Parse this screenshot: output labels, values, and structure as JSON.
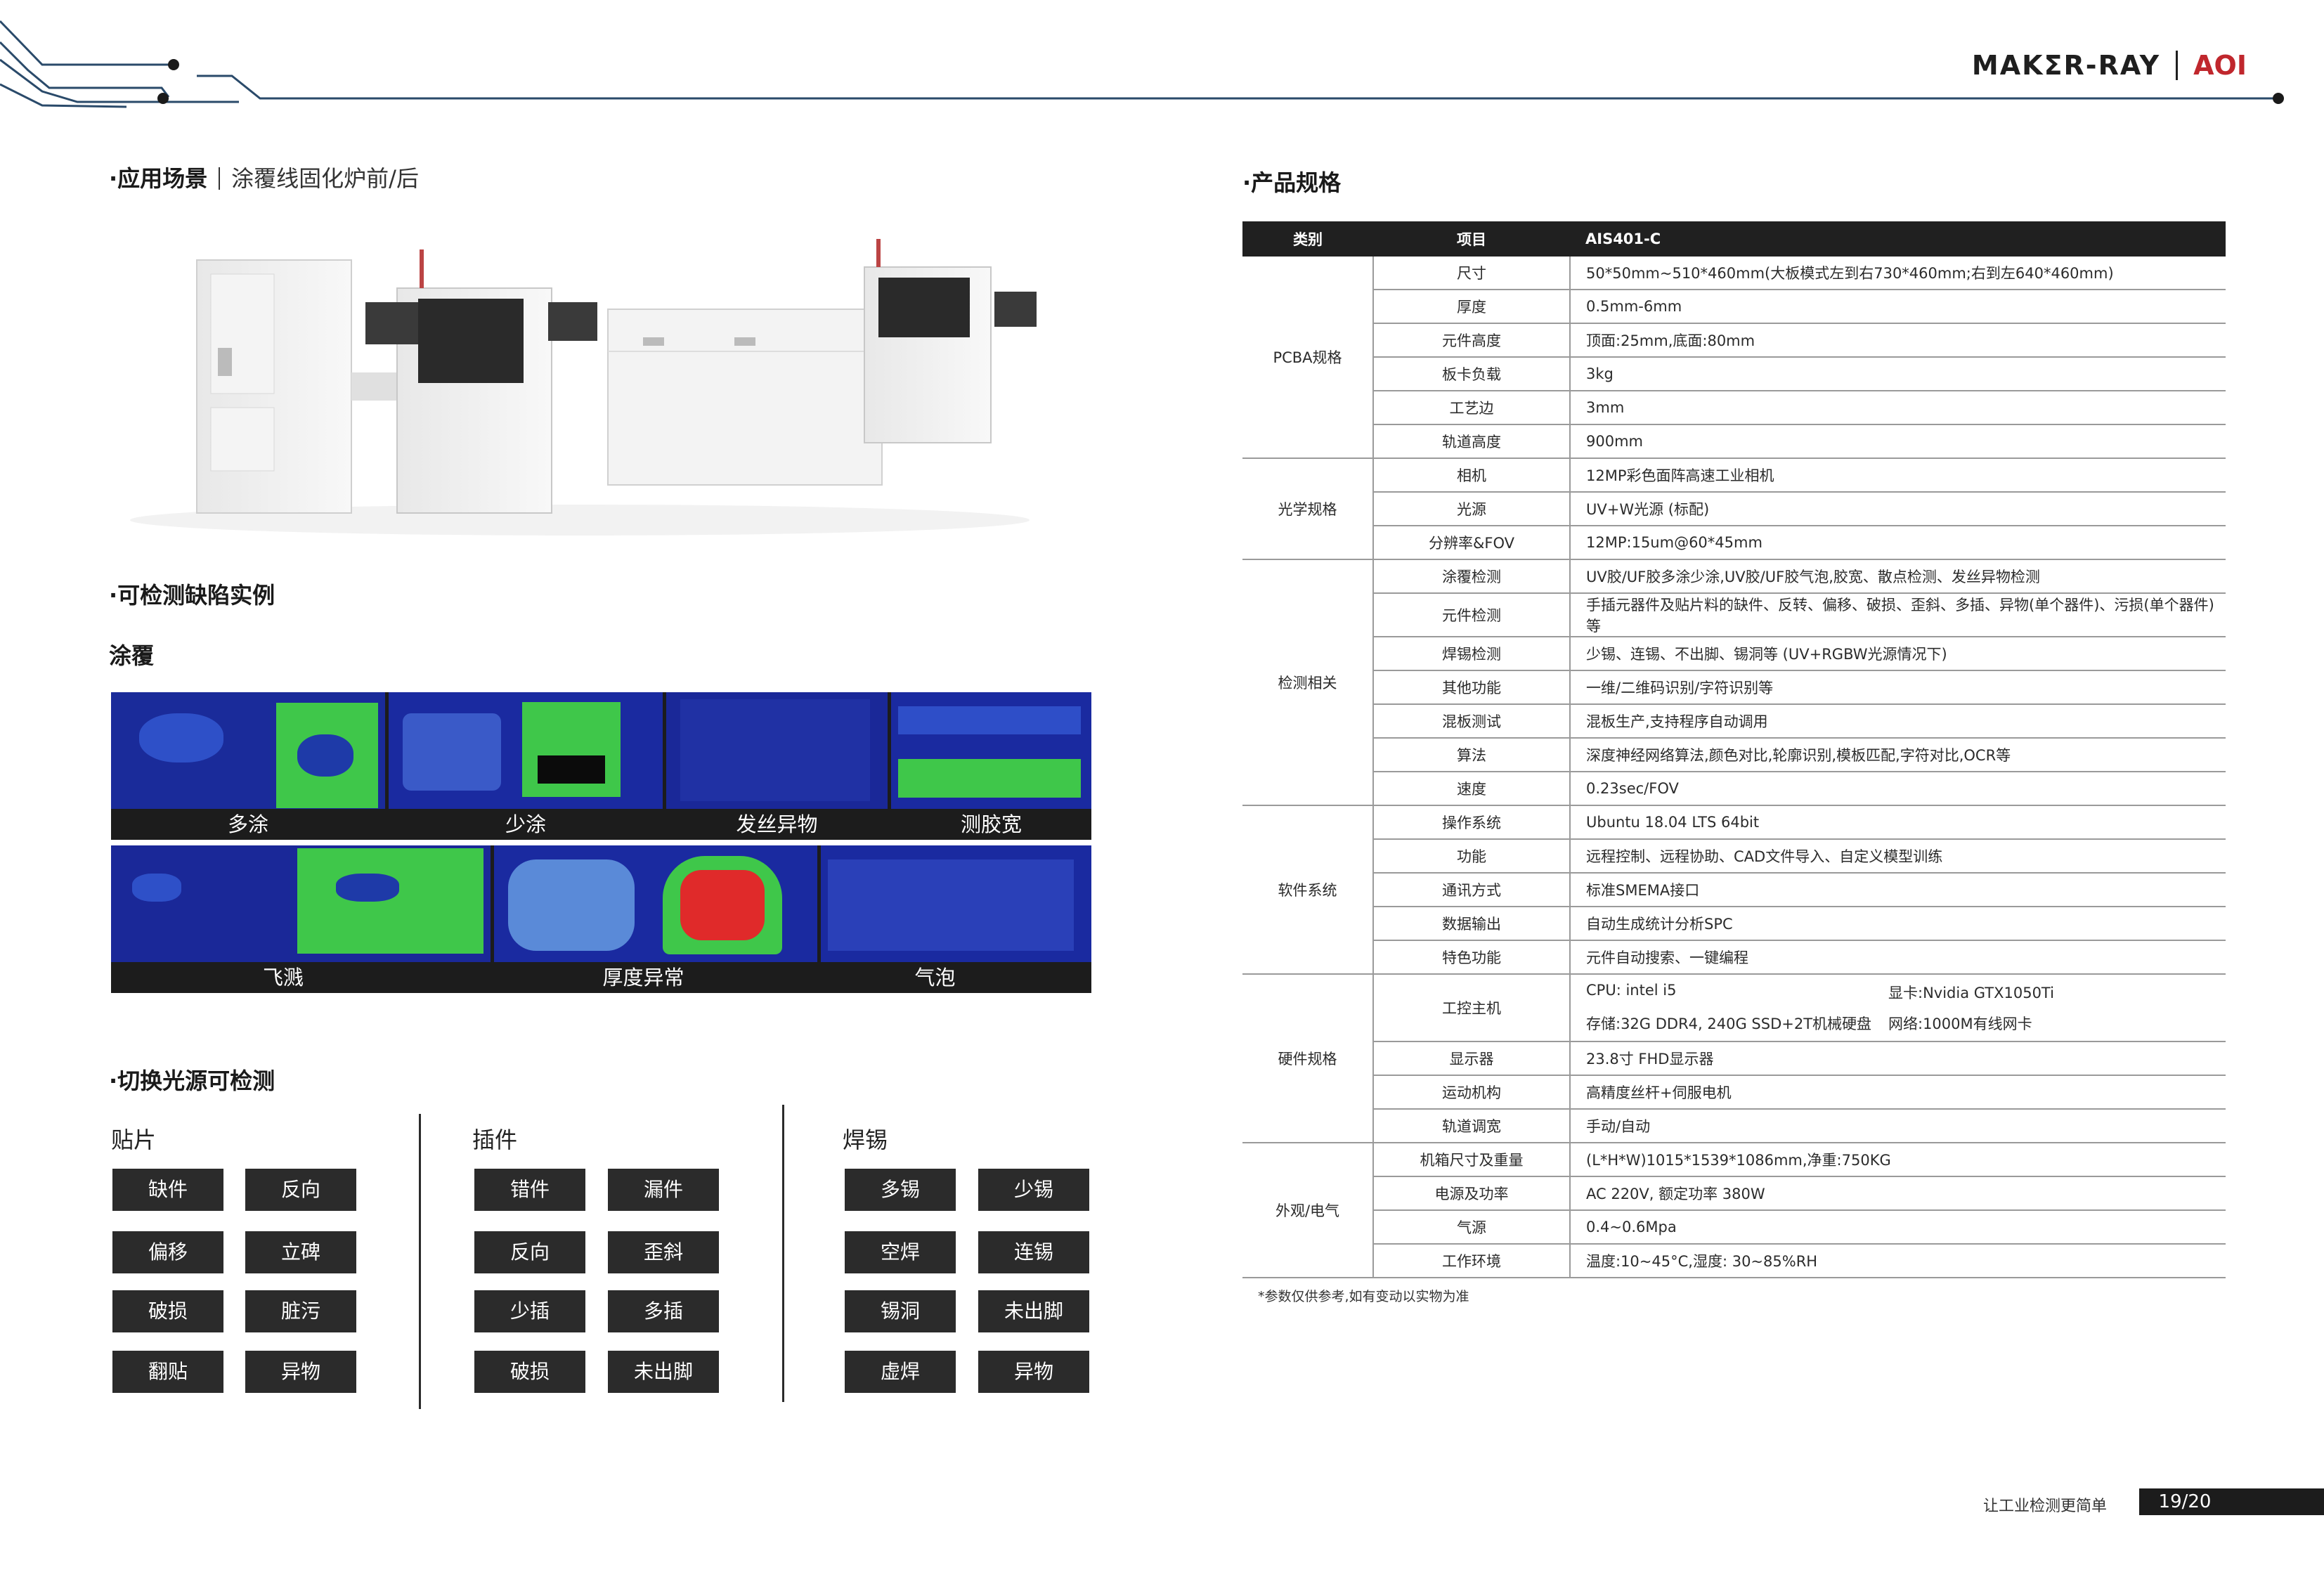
{
  "brand": {
    "name": "MAKΣR-RAY",
    "product": "AOI"
  },
  "sections": {
    "application": {
      "title": "应用场景",
      "subtitle": "涂覆线固化炉前/后"
    },
    "defects": {
      "title": "可检测缺陷实例",
      "category": "涂覆"
    },
    "light": {
      "title": "切换光源可检测"
    },
    "spec": {
      "title": "产品规格"
    }
  },
  "defect_row1": [
    "多涂",
    "少涂",
    "发丝异物",
    "测胶宽"
  ],
  "defect_row2": [
    "飞溅",
    "厚度异常",
    "气泡"
  ],
  "light_columns": [
    {
      "title": "贴片",
      "items": [
        "缺件",
        "反向",
        "偏移",
        "立碑",
        "破损",
        "脏污",
        "翻贴",
        "异物"
      ]
    },
    {
      "title": "插件",
      "items": [
        "错件",
        "漏件",
        "反向",
        "歪斜",
        "少插",
        "多插",
        "破损",
        "未出脚"
      ]
    },
    {
      "title": "焊锡",
      "items": [
        "多锡",
        "少锡",
        "空焊",
        "连锡",
        "锡洞",
        "未出脚",
        "虚焊",
        "异物"
      ]
    }
  ],
  "spec_table": {
    "headers": [
      "类别",
      "项目",
      "AIS401-C"
    ],
    "groups": [
      {
        "category": "PCBA规格",
        "rows": [
          {
            "item": "尺寸",
            "value": "50*50mm~510*460mm(大板模式左到右730*460mm;右到左640*460mm)"
          },
          {
            "item": "厚度",
            "value": "0.5mm-6mm"
          },
          {
            "item": "元件高度",
            "value": "顶面:25mm,底面:80mm"
          },
          {
            "item": "板卡负载",
            "value": "3kg"
          },
          {
            "item": "工艺边",
            "value": "3mm"
          },
          {
            "item": "轨道高度",
            "value": "900mm"
          }
        ]
      },
      {
        "category": "光学规格",
        "rows": [
          {
            "item": "相机",
            "value": "12MP彩色面阵高速工业相机"
          },
          {
            "item": "光源",
            "value": "UV+W光源 (标配)"
          },
          {
            "item": "分辨率&FOV",
            "value": "12MP:15um@60*45mm"
          }
        ]
      },
      {
        "category": "检测相关",
        "rows": [
          {
            "item": "涂覆检测",
            "value": "UV胶/UF胶多涂少涂,UV胶/UF胶气泡,胶宽、散点检测、发丝异物检测"
          },
          {
            "item": "元件检测",
            "value": "手插元器件及贴片料的缺件、反转、偏移、破损、歪斜、多插、异物(单个器件)、污损(单个器件)等"
          },
          {
            "item": "焊锡检测",
            "value": "少锡、连锡、不出脚、锡洞等 (UV+RGBW光源情况下)"
          },
          {
            "item": "其他功能",
            "value": "一维/二维码识别/字符识别等"
          },
          {
            "item": "混板测试",
            "value": "混板生产,支持程序自动调用"
          },
          {
            "item": "算法",
            "value": "深度神经网络算法,颜色对比,轮廓识别,模板匹配,字符对比,OCR等"
          },
          {
            "item": "速度",
            "value": "0.23sec/FOV"
          }
        ]
      },
      {
        "category": "软件系统",
        "rows": [
          {
            "item": "操作系统",
            "value": "Ubuntu 18.04 LTS 64bit"
          },
          {
            "item": "功能",
            "value": "远程控制、远程协助、CAD文件导入、自定义模型训练"
          },
          {
            "item": "通讯方式",
            "value": "标准SMEMA接口"
          },
          {
            "item": "数据输出",
            "value": "自动生成统计分析SPC"
          },
          {
            "item": "特色功能",
            "value": "元件自动搜索、一键编程"
          }
        ]
      },
      {
        "category": "硬件规格",
        "rows": [
          {
            "item": "工控主机",
            "cpu": "CPU: intel i5",
            "gpu": "显卡:Nvidia GTX1050Ti",
            "storage": "存储:32G DDR4, 240G SSD+2T机械硬盘",
            "network": "网络:1000M有线网卡"
          },
          {
            "item": "显示器",
            "value": "23.8寸 FHD显示器"
          },
          {
            "item": "运动机构",
            "value": "高精度丝杆+伺服电机"
          },
          {
            "item": "轨道调宽",
            "value": "手动/自动"
          }
        ]
      },
      {
        "category": "外观/电气",
        "rows": [
          {
            "item": "机箱尺寸及重量",
            "value": "(L*H*W)1015*1539*1086mm,净重:750KG"
          },
          {
            "item": "电源及功率",
            "value": "AC 220V, 额定功率 380W"
          },
          {
            "item": "气源",
            "value": "0.4~0.6Mpa"
          },
          {
            "item": "工作环境",
            "value": "温度:10~45°C,湿度: 30~85%RH"
          }
        ]
      }
    ]
  },
  "footnote": "*参数仅供参考,如有变动以实物为准",
  "footer": {
    "slogan": "让工业检测更简单",
    "page": "19/20"
  },
  "colors": {
    "accent": "#c0272d",
    "dark": "#1c1c1c",
    "circuit": "#2a4a6a"
  }
}
